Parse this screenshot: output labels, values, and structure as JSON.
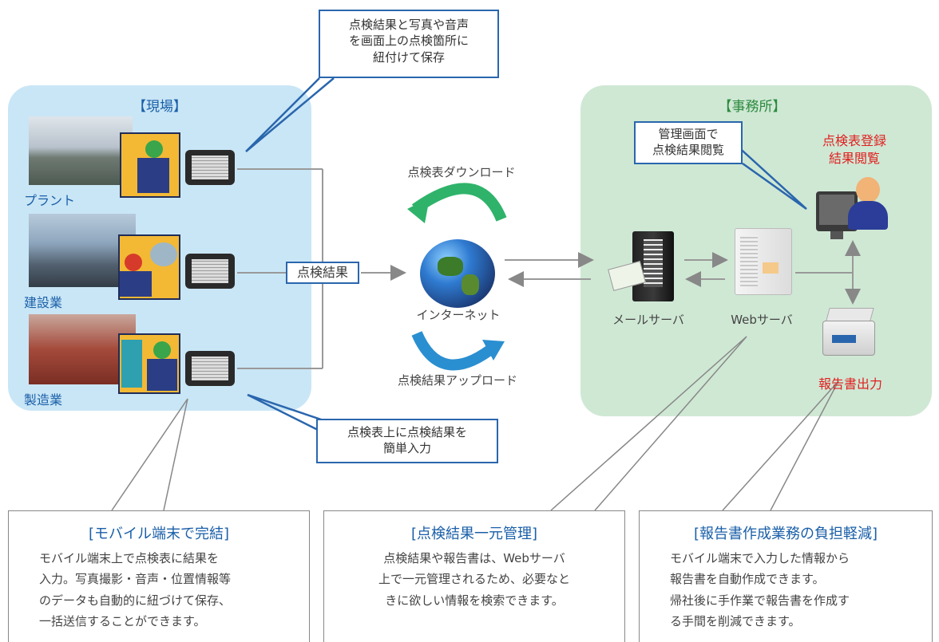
{
  "site": {
    "title": "【現場】",
    "locations": [
      "プラント",
      "建設業",
      "製造業"
    ]
  },
  "office": {
    "title": "【事務所】",
    "register_view": [
      "点検表登録",
      "結果閲覧"
    ],
    "mail_server": "メールサーバ",
    "web_server": "Webサーバ",
    "report_output": "報告書出力"
  },
  "network": {
    "internet": "インターネット",
    "download": "点検表ダウンロード",
    "upload": "点検結果アップロード",
    "result_label": "点検結果"
  },
  "callouts": {
    "top_device": [
      "点検結果と写真や音声",
      "を画面上の点検箇所に",
      "紐付けて保存"
    ],
    "bottom_device": [
      "点検表上に点検結果を",
      "簡単入力"
    ],
    "admin_screen": [
      "管理画面で",
      "点検結果閲覧"
    ]
  },
  "features": [
    {
      "title": "[モバイル端末で完結]",
      "lines": [
        "モバイル端末上で点検表に結果を",
        "入力。写真撮影・音声・位置情報等",
        "のデータも自動的に紐づけて保存、",
        "一括送信することができます。"
      ]
    },
    {
      "title": "[点検結果一元管理]",
      "lines": [
        "点検結果や報告書は、Webサーバ",
        "上で一元管理されるため、必要なと",
        "きに欲しい情報を検索できます。"
      ]
    },
    {
      "title": "[報告書作成業務の負担軽減]",
      "lines": [
        "モバイル端末で入力した情報から",
        "報告書を自動作成できます。",
        "帰社後に手作業で報告書を作成す",
        "る手間を削減できます。"
      ]
    }
  ],
  "colors": {
    "site_panel": "#c9e6f6",
    "office_panel": "#cfe8d4",
    "accent_blue": "#1a5fa8",
    "accent_red": "#e02020",
    "arrow_green": "#2fb36a",
    "arrow_blue": "#2a8fd0"
  }
}
